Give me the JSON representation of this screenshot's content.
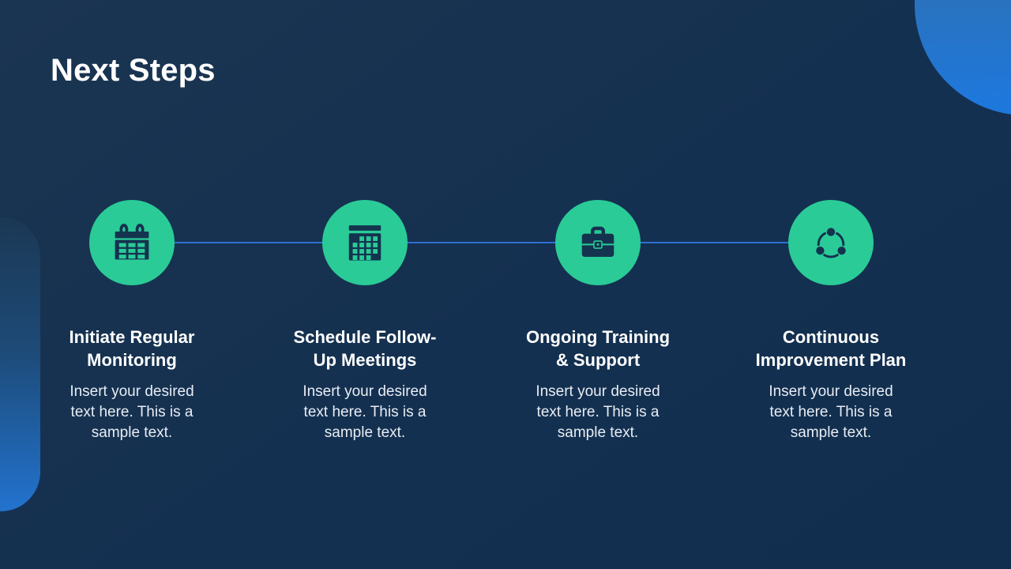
{
  "slide": {
    "title": "Next Steps"
  },
  "steps": [
    {
      "icon": "calendar-rings-icon",
      "title": "Initiate Regular Monitoring",
      "description": "Insert your desired text here. This is a sample text."
    },
    {
      "icon": "calendar-grid-icon",
      "title": "Schedule Follow-Up Meetings",
      "description": "Insert your desired text here. This is a sample text."
    },
    {
      "icon": "briefcase-icon",
      "title": "Ongoing Training & Support",
      "description": "Insert your desired text here. This is a sample text."
    },
    {
      "icon": "share-cycle-icon",
      "title": "Continuous Improvement Plan",
      "description": "Insert your desired text here. This is a sample text."
    }
  ],
  "colors": {
    "background_navy": "#143050",
    "accent_green": "#2acb97",
    "icon_navy": "#14334f",
    "connector_blue": "#2e70d3",
    "decor_circle_blue": "#1e78dc",
    "decor_pill_blue": "#2273cf"
  }
}
